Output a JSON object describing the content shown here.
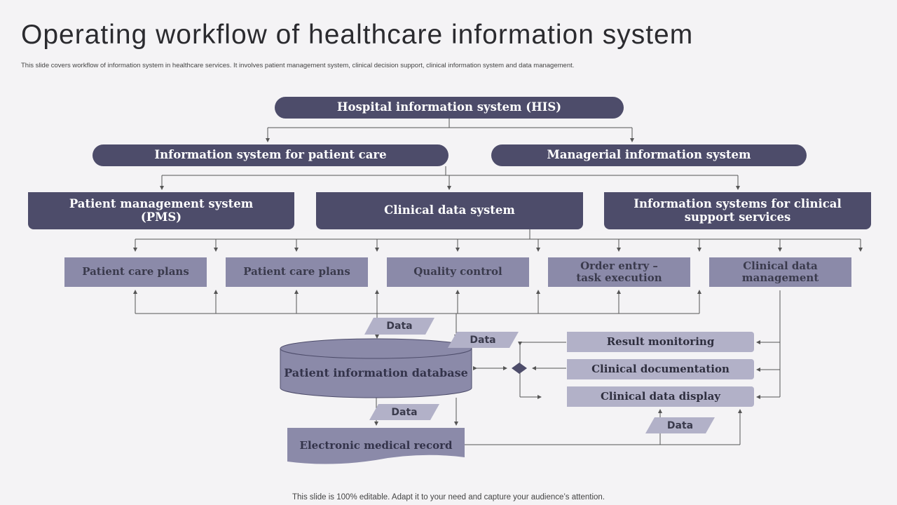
{
  "title": "Operating workflow of healthcare information system",
  "subtitle": "This slide covers workflow of information system in healthcare services. It involves patient management system, clinical decision support, clinical information system and data management.",
  "footer": "This slide is 100% editable. Adapt it to your need and capture your audience’s attention.",
  "colors": {
    "dark": "#4d4c6a",
    "mid": "#8b8aa9",
    "light": "#b2b1c8",
    "background": "#f4f3f5"
  },
  "diagram": {
    "his": "Hospital information system (HIS)",
    "patient_care_system": "Information system for patient care",
    "managerial_system": "Managerial information system",
    "pms": "Patient management system (PMS)",
    "clinical_data_system": "Clinical data system",
    "clinical_support": "Information systems for clinical support services",
    "modules": [
      "Patient care plans",
      "Patient care plans",
      "Quality control",
      "Order entry – task execution",
      "Clinical data management"
    ],
    "database": "Patient information database",
    "emr": "Electronic medical record",
    "outputs": [
      "Result monitoring",
      "Clinical documentation",
      "Clinical data display"
    ],
    "data_labels": [
      "Data",
      "Data",
      "Data",
      "Data"
    ]
  }
}
